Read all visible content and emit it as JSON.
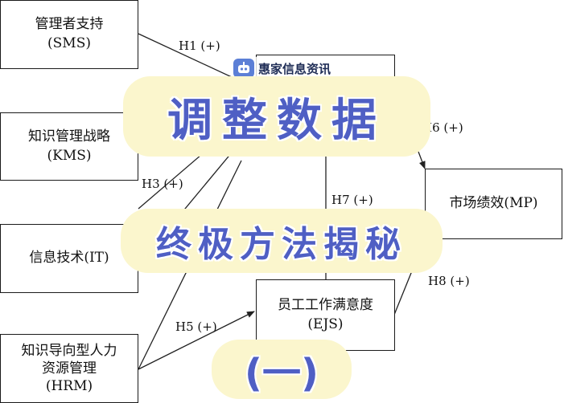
{
  "constructs": {
    "sms": {
      "name": "管理者支持",
      "abbr": "(SMS)"
    },
    "kms": {
      "name": "知识管理战略",
      "abbr": "(KMS)"
    },
    "it": {
      "name": "信息技术(IT)"
    },
    "hrm": {
      "name_line1": "知识导向型人力",
      "name_line2": "资源管理",
      "abbr": "(HRM)"
    },
    "mp": {
      "name": "市场绩效(MP)"
    },
    "ejs": {
      "name": "员工工作满意度",
      "abbr": "(EJS)"
    }
  },
  "hypotheses": {
    "h1": "H1 (+)",
    "h3": "H3 (+)",
    "h5": "H5 (+)",
    "h6": "H6 (+)",
    "h7": "H7 (+)",
    "h8": "H8 (+)"
  },
  "overlay": {
    "watermark": "惠家信息资讯",
    "banner_main": "调整数据",
    "banner_sub": "终极方法揭秘",
    "banner_part": "(一)"
  },
  "colors": {
    "line": "#222222",
    "banner_fill": "#fbf6cd",
    "banner_text": "#4f5fc4"
  }
}
